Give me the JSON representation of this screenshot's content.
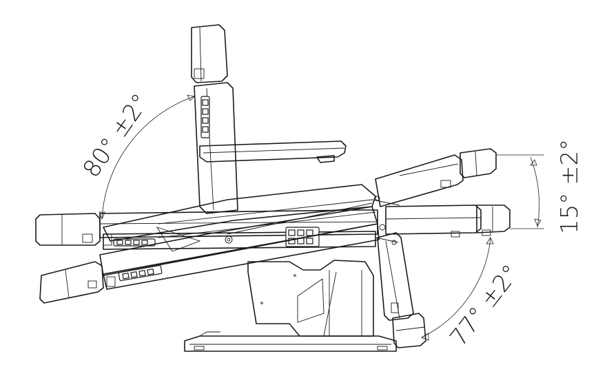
{
  "labels": {
    "backrest_angle": "80° ±2°",
    "seat_tilt_angle": "15° ±2°",
    "leg_rest_angle": "77° ±2°"
  },
  "colors": {
    "line": "#1a1a1a",
    "background": "#ffffff"
  }
}
